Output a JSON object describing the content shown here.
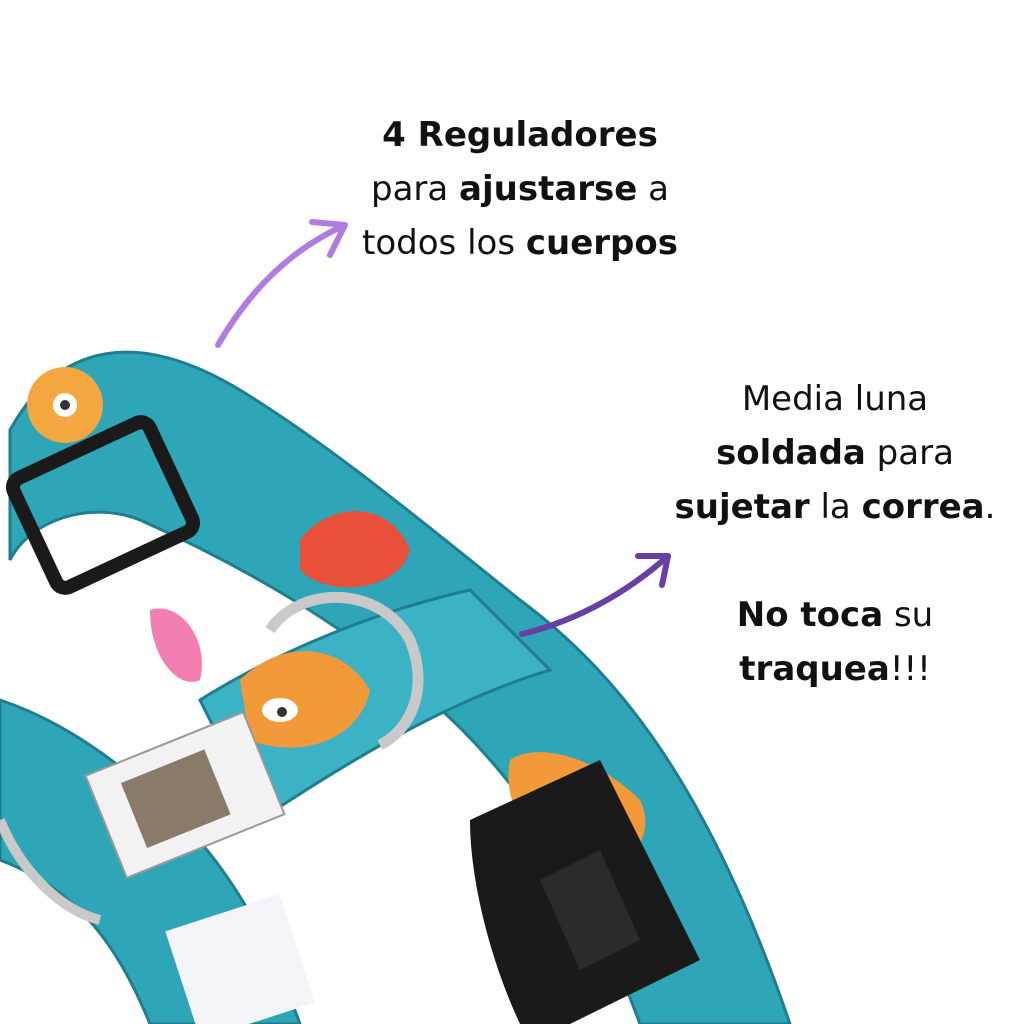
{
  "callout_top": {
    "line1": "4 Reguladores",
    "line2_pre": "para ",
    "line2_bold": "ajustarse",
    "line2_post": " a",
    "line3_pre": "todos los ",
    "line3_bold": "cuerpos"
  },
  "callout_right": {
    "line1": "Media luna",
    "line2_bold": "soldada",
    "line2_post": " para",
    "line3_bold1": "sujetar",
    "line3_mid": " la ",
    "line3_bold2": "correa",
    "line3_post": ".",
    "line4_bold": "No toca",
    "line4_post": " su",
    "line5_bold": "traquea",
    "line5_post": "!!!"
  },
  "colors": {
    "arrow_top": "#b07ce0",
    "arrow_right": "#6a3fa3",
    "fabric": "#2fa6b8",
    "fabric_dark": "#1f7e8e",
    "hardware": "#1a1a1a",
    "ring": "#c9c9c9"
  }
}
